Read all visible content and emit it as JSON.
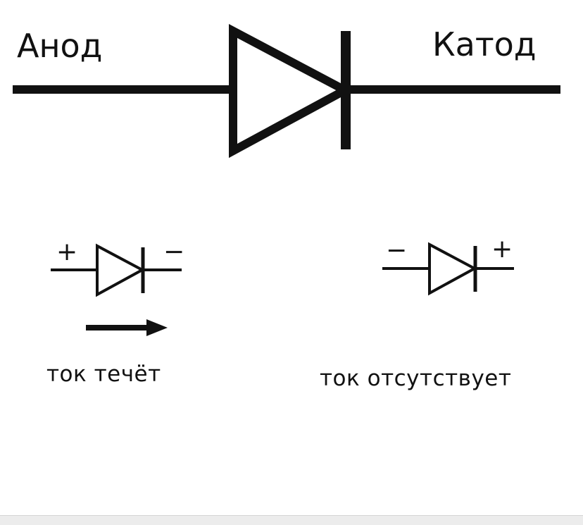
{
  "diagram": {
    "anode_label": "Анод",
    "cathode_label": "Катод"
  },
  "forward": {
    "plus": "+",
    "minus": "−",
    "caption": "ток течёт"
  },
  "reverse": {
    "plus": "+",
    "minus": "−",
    "caption": "ток отсутствует"
  },
  "colors": {
    "stroke": "#111111",
    "background": "#ffffff"
  }
}
